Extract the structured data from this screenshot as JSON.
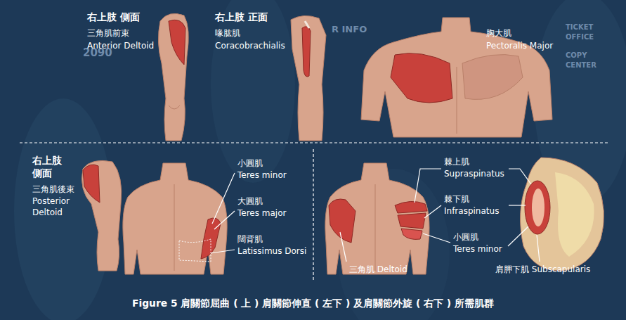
{
  "diagram": {
    "caption": "Figure 5 肩關節屈曲 ( 上 ) 肩關節伸直 ( 左下 ) 及肩關節外旋 ( 右下 ) 所需肌群",
    "labels": [
      "R INFO",
      "2090",
      "TICKET",
      "OFFICE",
      "COPY",
      "CENTER",
      "右上肢 側面",
      "三角肌前束",
      "Anterior Deltoid",
      "右上肢 正面",
      "喙肱肌",
      "Coracobrachialis",
      "胸大肌",
      "Pectoralis Major",
      "右上肢 側面",
      "三角肌後束",
      "Posterior Deltoid",
      "小圓肌",
      "Teres minor",
      "大圓肌",
      "Teres major",
      "闊背肌",
      "Latissimus Dorsi",
      "棘上肌",
      "Supraspinatus",
      "棘下肌",
      "Infraspinatus",
      "小圓肌",
      "Teres minor",
      "三角肌 Deltoid",
      "肩胛下肌 Subscapularis"
    ]
  }
}
